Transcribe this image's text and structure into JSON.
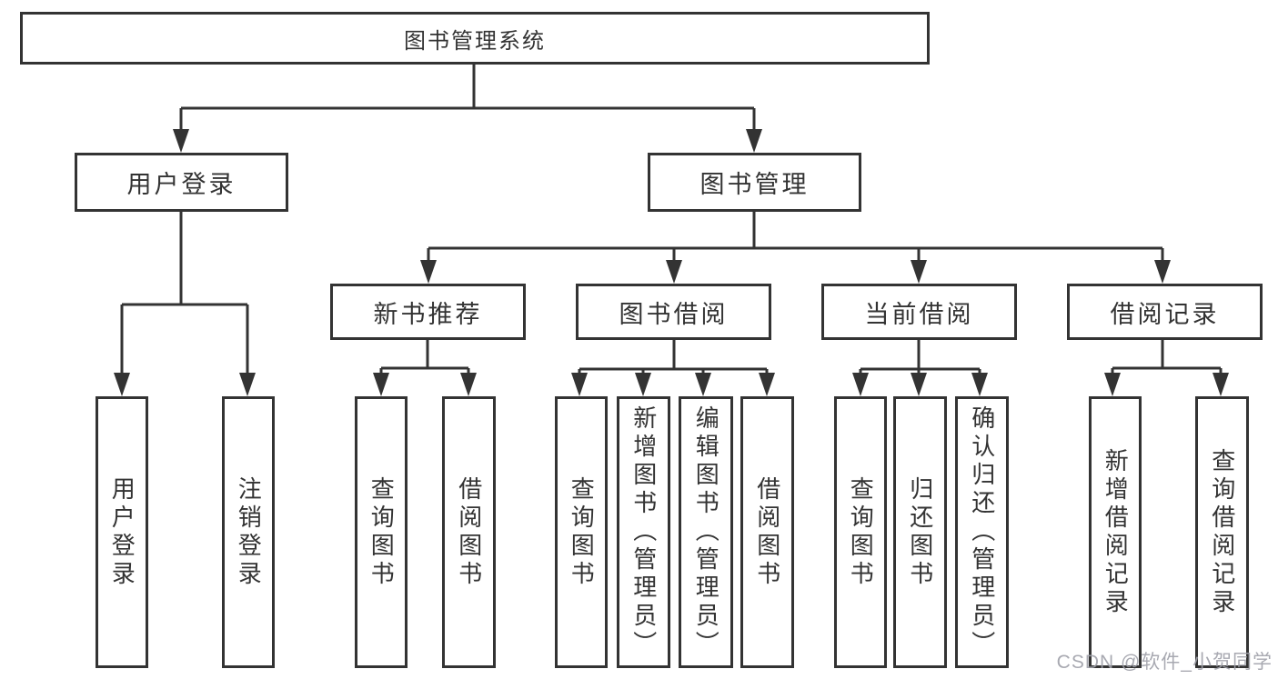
{
  "diagram_type": "hierarchy",
  "nodes": {
    "root": "图书管理系统",
    "branches": [
      {
        "label": "用户登录",
        "children": [
          "用户登录",
          "注销登录"
        ]
      },
      {
        "label": "图书管理",
        "children": [
          {
            "label": "新书推荐",
            "children": [
              "查询图书",
              "借阅图书"
            ]
          },
          {
            "label": "图书借阅",
            "children": [
              "查询图书",
              "新增图书（管理员）",
              "编辑图书（管理员）",
              "借阅图书"
            ]
          },
          {
            "label": "当前借阅",
            "children": [
              "查询图书",
              "归还图书",
              "确认归还（管理员）"
            ]
          },
          {
            "label": "借阅记录",
            "children": [
              "新增借阅记录",
              "查询借阅记录"
            ]
          }
        ]
      }
    ]
  },
  "watermark": "CSDN @软件_小贺同学",
  "colors": {
    "line": "#333333",
    "box_border": "#333333",
    "box_fill": "#ffffff",
    "text": "#333333",
    "watermark": "#9ea0a8",
    "background": "#ffffff"
  }
}
